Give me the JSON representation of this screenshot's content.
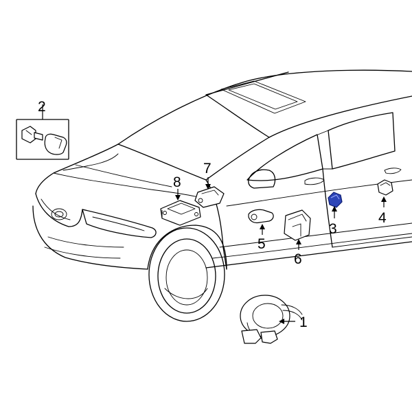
{
  "diagram": {
    "highlight_color": "#2e46b8",
    "callouts": [
      {
        "id": "1",
        "label": "1"
      },
      {
        "id": "2",
        "label": "2"
      },
      {
        "id": "3",
        "label": "3"
      },
      {
        "id": "4",
        "label": "4"
      },
      {
        "id": "5",
        "label": "5"
      },
      {
        "id": "6",
        "label": "6"
      },
      {
        "id": "7",
        "label": "7"
      },
      {
        "id": "8",
        "label": "8"
      }
    ]
  }
}
